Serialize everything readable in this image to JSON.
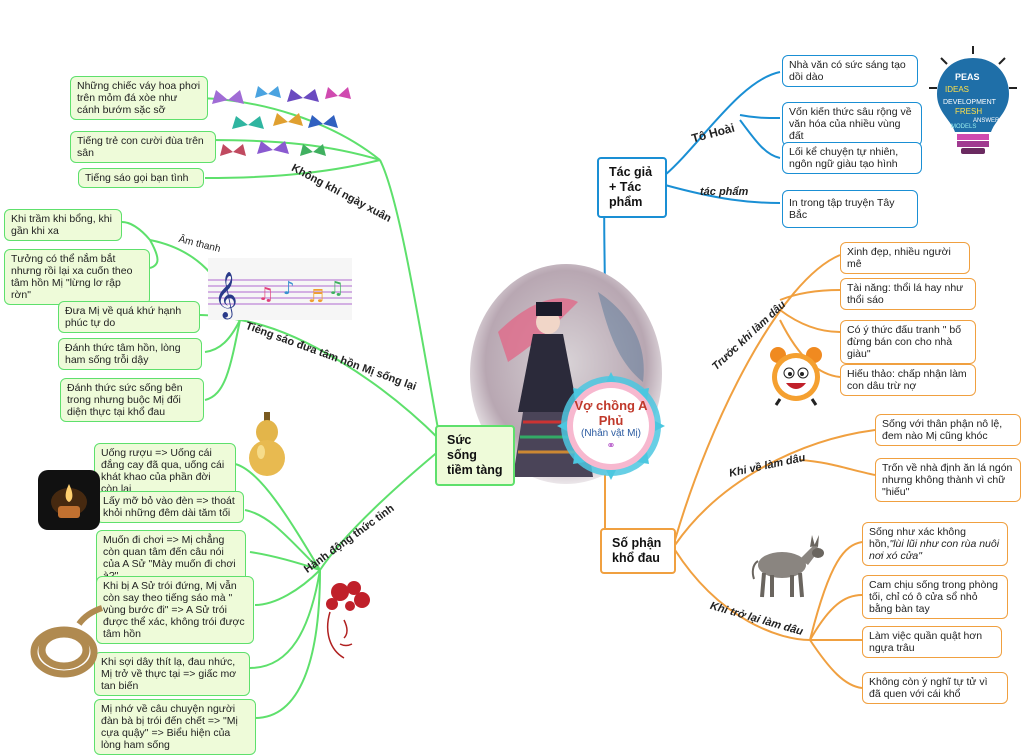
{
  "center": {
    "title": "Vợ chồng A Phủ",
    "subtitle": "(Nhân vật Mị)"
  },
  "main_nodes": {
    "song": "Sức sống tiềm tàng",
    "tacgia": "Tác giả + Tác phẩm",
    "sophan": "Số phận khổ đau"
  },
  "branches": {
    "khongkhi": "Không khí ngày xuân",
    "amthanh": "Âm thanh",
    "tiengsao": "Tiếng sáo đưa tâm hồn Mị sống lại",
    "hanhdong": "Hành động thức tỉnh",
    "tohoai": "Tô Hoài",
    "tacpham": "tác phẩm",
    "truoc": "Trước khi làm dâu",
    "khive": "Khi về làm dâu",
    "khitro": "Khi trở lại làm dâu"
  },
  "left_boxes": {
    "k1": "Những chiếc váy hoa phơi trên mỏm đá xòe như cánh bướm sặc sỡ",
    "k2": "Tiếng trẻ con cười đùa trên sân",
    "k3": "Tiếng sáo gọi bạn tình",
    "a1": "Khi trầm khi bổng, khi gần khi xa",
    "a2": "Tưởng có thể nắm bắt nhưng rồi lại xa cuốn theo tâm hồn Mị \"lừng lơ rập rờn\"",
    "s1": "Đưa Mị về quá khứ hạnh phúc tự do",
    "s2": "Đánh thức tâm hồn, lòng ham sống trỗi dậy",
    "s3": "Đánh thức sức sống bên trong nhưng buộc Mị đối diện thực tại khổ đau",
    "h1": "Uống rượu => Uống cái đắng cay đã qua, uống cái khát khao của phần đời còn lại",
    "h2": "Lấy mỡ bỏ vào đèn => thoát khỏi những đêm dài tăm tối",
    "h3": "Muốn đi chơi => Mị chẳng còn quan tâm đến câu nói của A Sử \"Mày muốn đi chơi à?\"",
    "h4": "Khi bị A Sử trói đứng, Mị vẫn còn say theo tiếng sáo mà \" vùng bước đi\" => A Sử trói được thể xác, không trói được tâm hồn",
    "h5": "Khi sợi dây thít lạ, đau nhức, Mị trở về thực tại => giấc mơ tan biến",
    "h6": "Mị nhớ về câu chuyện người đàn bà bị trói đến chết => \"Mị cựa quậy\" => Biểu hiện của lòng ham sống"
  },
  "right_boxes": {
    "t1": "Nhà văn có sức sáng tạo dồi dào",
    "t2": "Vốn kiến thức sâu rộng về văn hóa của nhiều vùng đất",
    "t3": "Lối kể chuyện tự nhiên, ngôn ngữ giàu tạo hình",
    "t4": "In trong tập truyện Tây Bắc",
    "p1": "Xinh đẹp, nhiều người mê",
    "p2": "Tài năng: thổi lá hay như thổi sáo",
    "p3": "Có ý thức đấu tranh \" bố đừng bán con cho nhà giàu\"",
    "p4": "Hiếu thảo: chấp nhận làm con dâu trừ nợ",
    "v1": "Sống với thân phận nô lệ, đem nào Mị cũng khóc",
    "v2": "Trốn về nhà định ăn lá ngón nhưng không thành vì chữ \"hiếu\"",
    "r1_pre": "Sống như xác không hồn,",
    "r1_it": "\"lùi lũi như con rùa nuôi nơi xó cửa\"",
    "r2": "Cam chịu sống trong phòng tối, chỉ có ô cửa sổ nhỏ bằng bàn tay",
    "r3": "Làm việc quần quật hơn ngựa trâu",
    "r4": "Không còn ý nghĩ tự tử vì đã quen với cái khổ"
  },
  "image_texts": {
    "bulb_words": [
      "PEAS",
      "IDEAS",
      "DEVELOPMENT",
      "FRESH",
      "ANSWER",
      "MODELS"
    ]
  },
  "icons": [
    "butterflies",
    "music-notes",
    "gourd",
    "candle",
    "rope",
    "woman-sketch",
    "lightbulb",
    "alarm-clock",
    "donkey",
    "portrait"
  ],
  "colors": {
    "green": "#5ee06c",
    "blue": "#1a8fd4",
    "orange": "#f0a040",
    "light_green_fill": "#eefbd9"
  }
}
